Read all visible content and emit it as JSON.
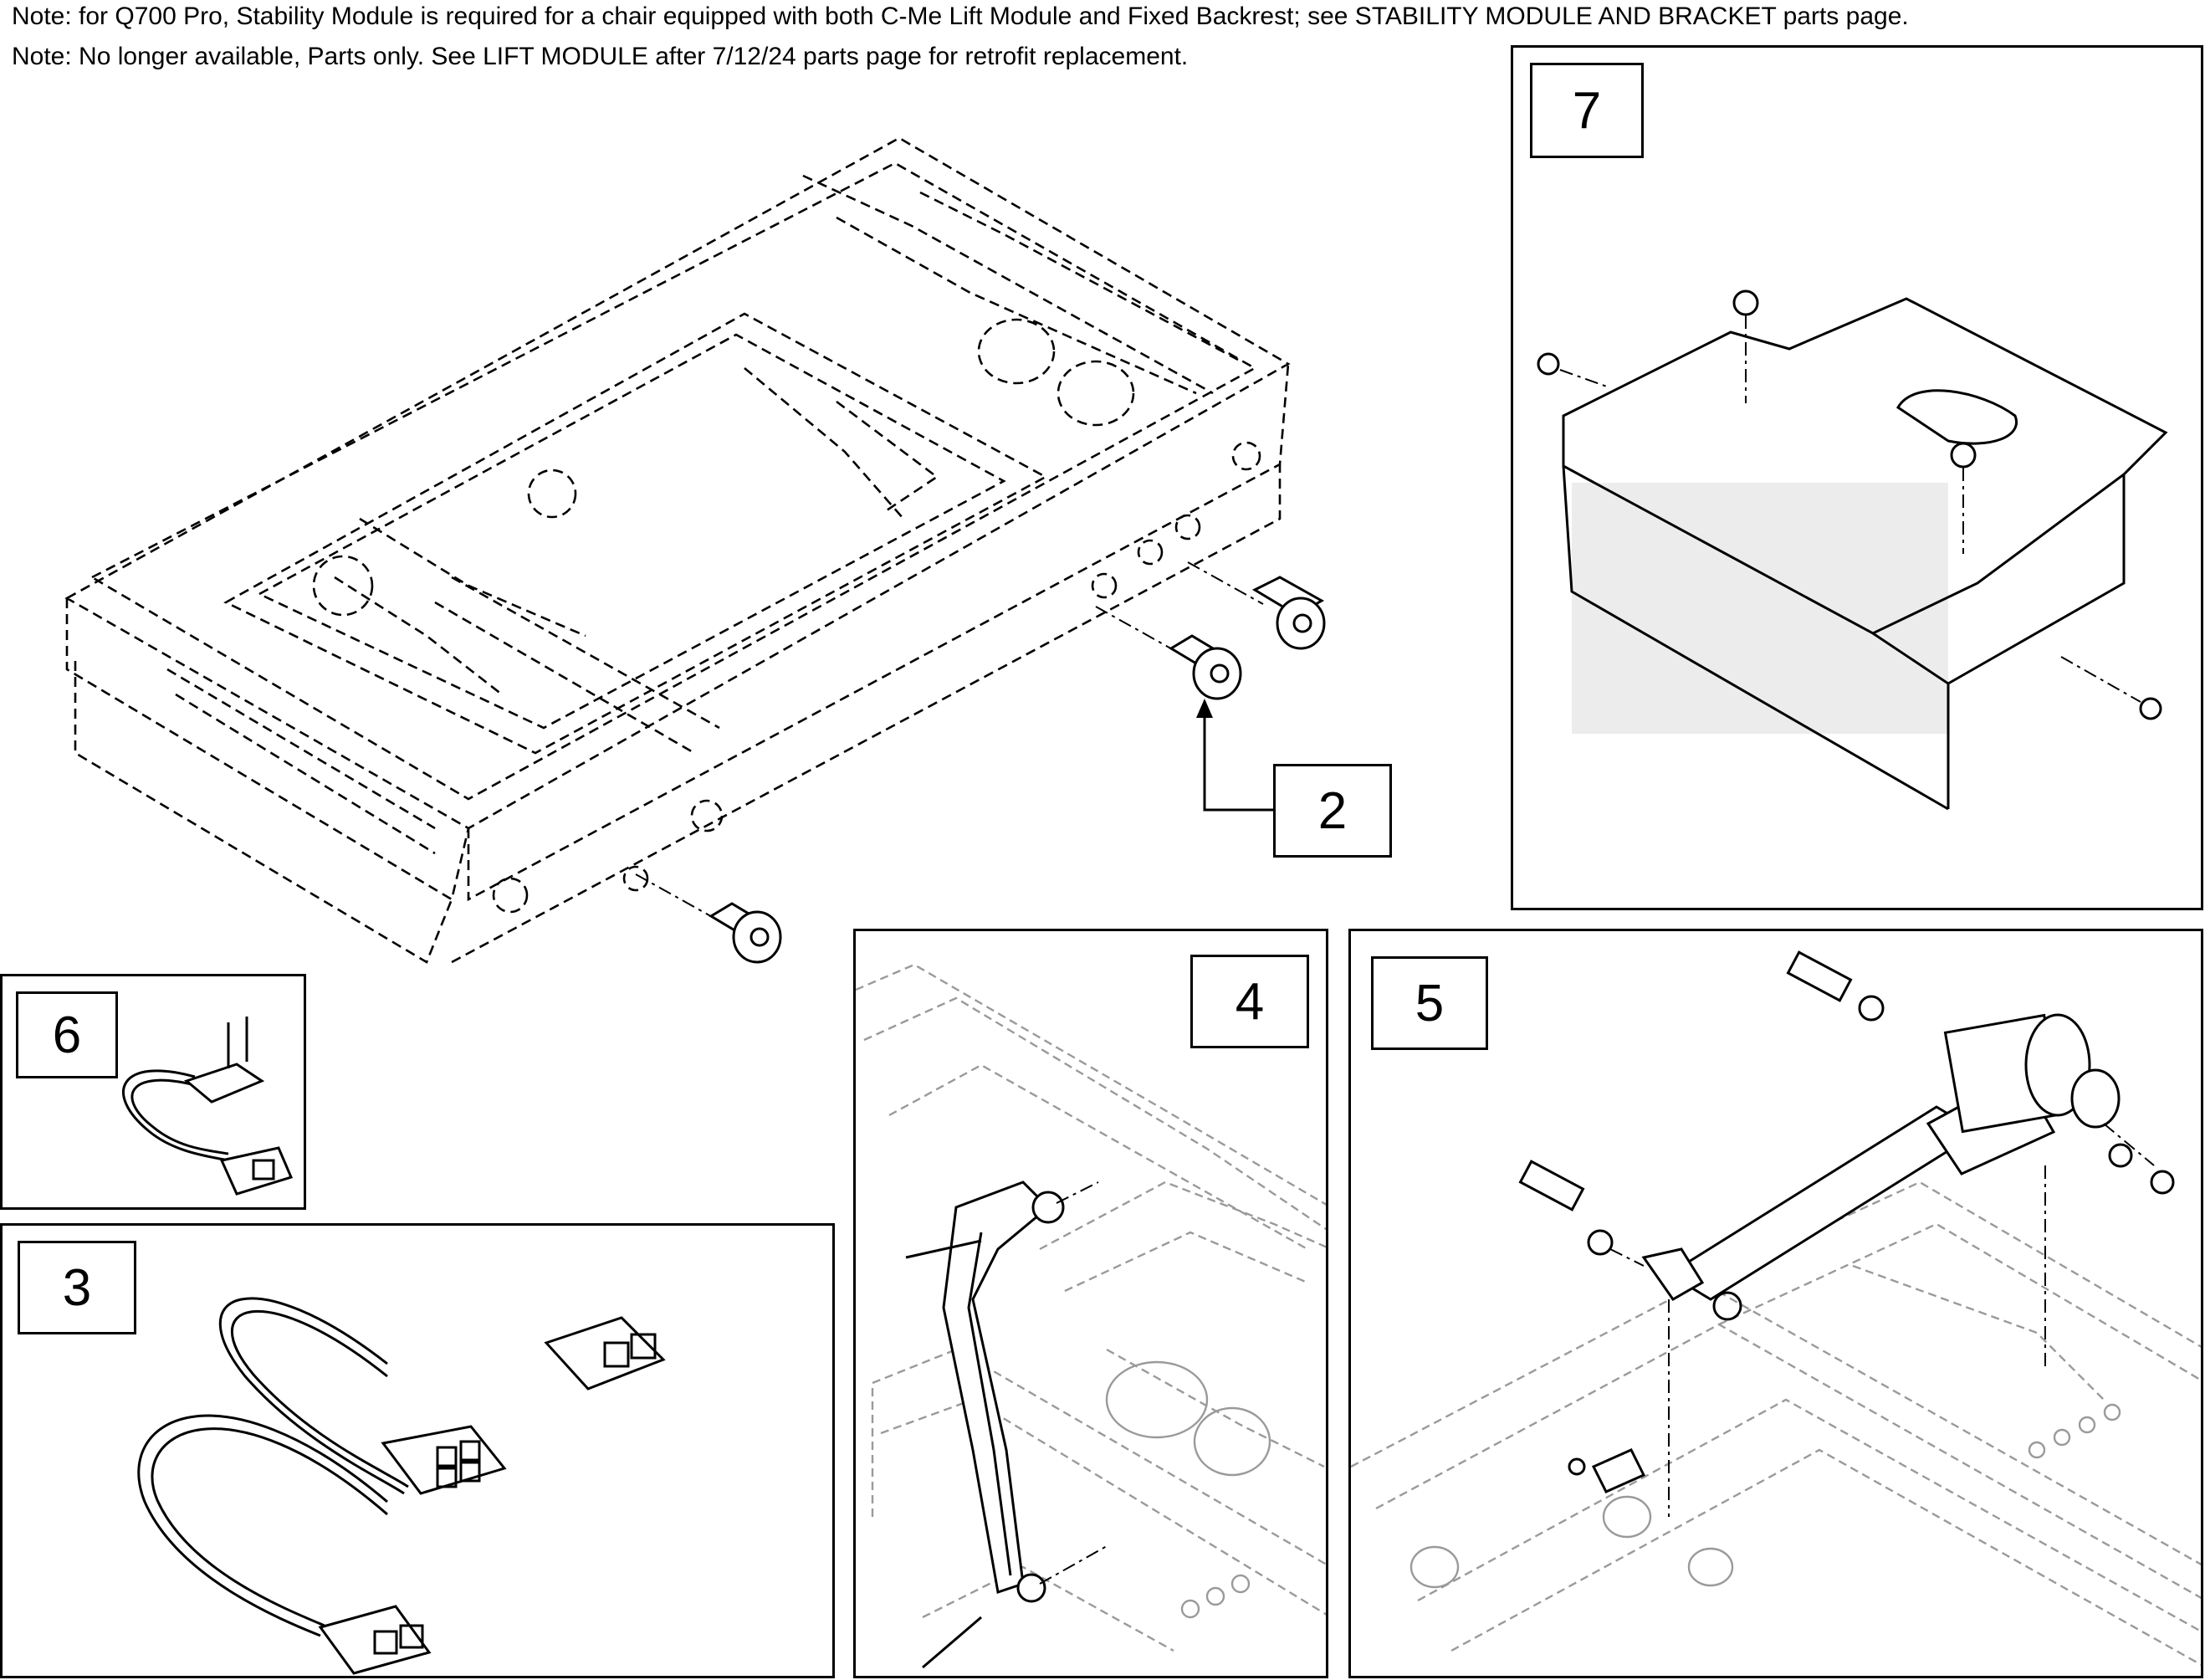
{
  "notes": [
    "Note: for Q700 Pro, Stability Module is required for a chair equipped with both C-Me Lift Module and Fixed Backrest; see STABILITY MODULE AND BRACKET parts page.",
    "Note: No longer available, Parts only. See LIFT MODULE after 7/12/24 parts page for retrofit replacement."
  ],
  "callouts": {
    "screw": "2",
    "harness": "3",
    "actuator_bracket": "4",
    "actuator": "5",
    "sensor": "6",
    "cover": "7"
  },
  "colors": {
    "line": "#000000",
    "ghost_line": "#9a9a9a",
    "background": "#ffffff"
  }
}
